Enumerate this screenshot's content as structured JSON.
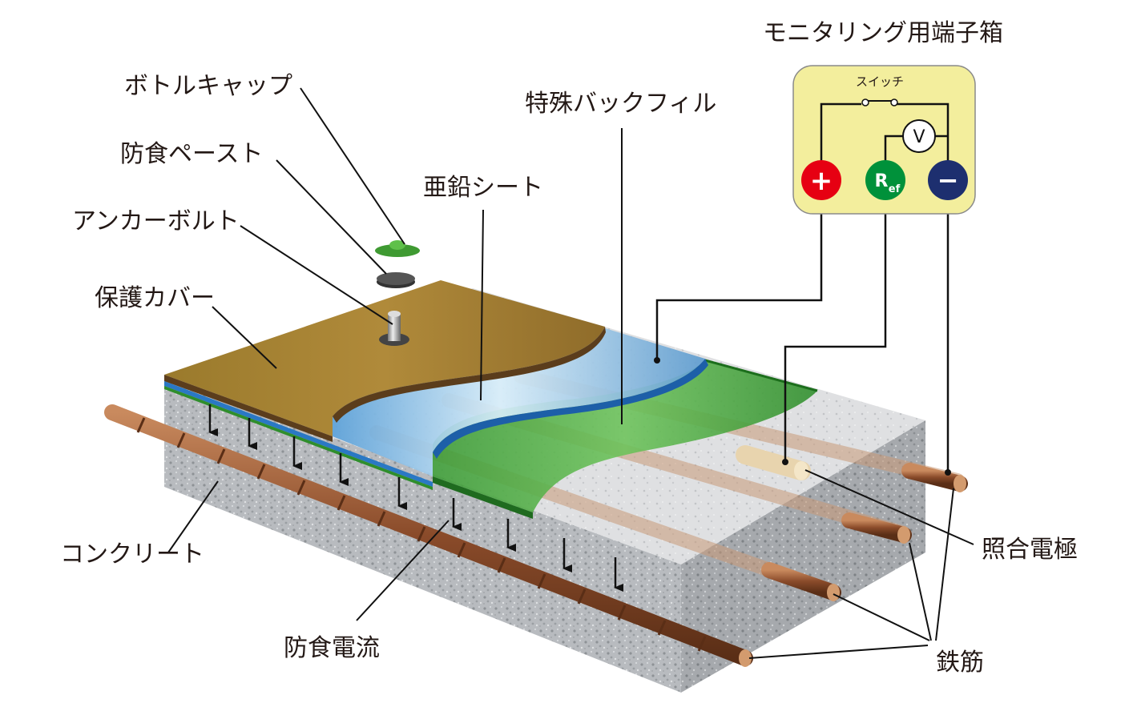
{
  "labels": {
    "bottle_cap": "ボトルキャップ",
    "anticorrosion_paste": "防食ペースト",
    "anchor_bolt": "アンカーボルト",
    "protective_cover": "保護カバー",
    "zinc_sheet": "亜鉛シート",
    "special_backfill": "特殊バックフィル",
    "concrete": "コンクリート",
    "anticorrosion_current": "防食電流",
    "reference_electrode": "照合電極",
    "rebar": "鉄筋",
    "monitoring_box": "モニタリング用端子箱",
    "switch": "スイッチ"
  },
  "terminals": {
    "plus": "+",
    "ref_main": "R",
    "ref_sub": "ef",
    "minus": "−",
    "voltmeter": "V"
  },
  "colors": {
    "cover": "#a37c2e",
    "cover_edge": "#5b3d1c",
    "zinc": "#9ccbe8",
    "zinc_edge": "#1d5fa8",
    "backfill": "#3fa33a",
    "concrete": "#b9bcc0",
    "rebar": "#8a4b2a",
    "box_fill": "#f3ee9d",
    "terminal_plus": "#e60012",
    "terminal_ref": "#00913a",
    "terminal_minus": "#1d2f6f",
    "cap": "#4caf3a"
  }
}
